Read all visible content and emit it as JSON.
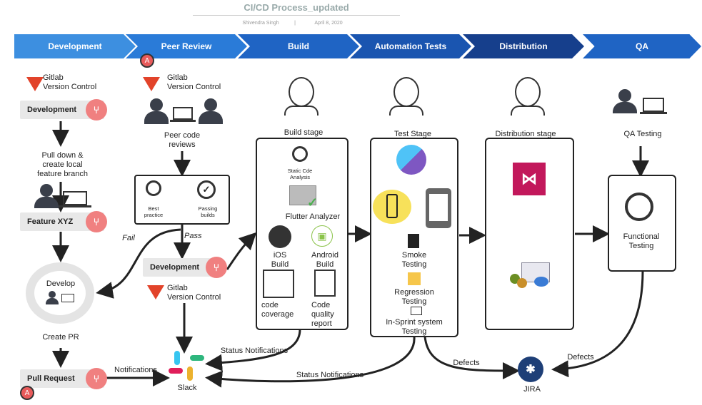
{
  "header": {
    "title": "CI/CD Process_updated",
    "author": "Shivendra Singh",
    "date": "April 8, 2020"
  },
  "stages": [
    "Development",
    "Peer Review",
    "Build",
    "Automation Tests",
    "Distribution",
    "QA"
  ],
  "development": {
    "gitlab": "Gitlab\nVersion Control",
    "branch1": "Development",
    "pull_down": "Pull down &\ncreate local\nfeature branch",
    "branch2": "Feature XYZ",
    "develop": "Develop",
    "create_pr": "Create PR",
    "pull_request": "Pull Request",
    "avatar": "A"
  },
  "peer_review": {
    "gitlab": "Gitlab\nVersion Control",
    "peer_code_reviews": "Peer code\nreviews",
    "best_practice": "Best\npractice",
    "passing_builds": "Passing\nbuilds",
    "fail": "Fail",
    "pass": "Pass",
    "branch": "Development",
    "gitlab2": "Gitlab\nVersion Control",
    "avatar": "A"
  },
  "build": {
    "stage": "Build stage",
    "static_code": "Static Cde\nAnalysis",
    "flutter_analyzer": "Flutter Analyzer",
    "ios_build": "iOS\nBuild",
    "android_build": "Android\nBuild",
    "code_coverage": "code\ncoverage",
    "code_quality": "Code\nquality\nreport"
  },
  "tests": {
    "stage": "Test Stage",
    "smoke": "Smoke\nTesting",
    "regression": "Regression\nTesting",
    "in_sprint": "In-Sprint system\nTesting"
  },
  "distribution": {
    "stage": "Distribution  stage"
  },
  "qa": {
    "qa_testing": "QA Testing",
    "functional": "Functional\nTesting"
  },
  "bottom": {
    "notifications": "Notifications",
    "status1": "Status Notifications",
    "status2": "Status Notifications",
    "slack": "Slack",
    "defects1": "Defects",
    "defects2": "Defects",
    "jira": "JIRA"
  },
  "colors": {
    "chevrons": [
      "#3d8fe0",
      "#2a7bd8",
      "#1f64c4",
      "#1a55b0",
      "#163f8c",
      "#1f64c4"
    ],
    "badge": "#f08080",
    "gitlab": "#e2432a"
  }
}
